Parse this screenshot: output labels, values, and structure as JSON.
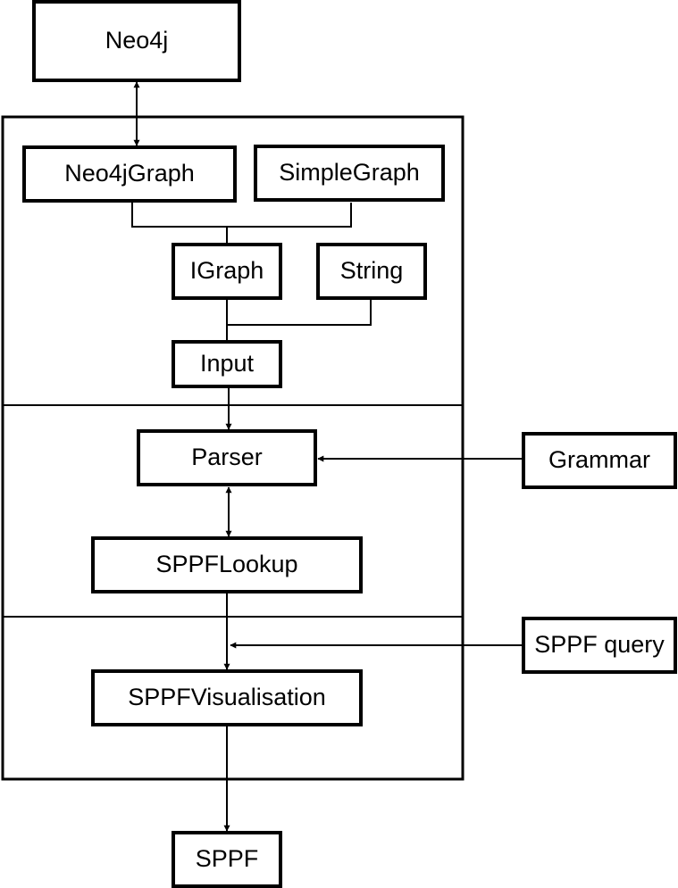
{
  "nodes": {
    "neo4j": "Neo4j",
    "neo4jgraph": "Neo4jGraph",
    "simplegraph": "SimpleGraph",
    "igraph": "IGraph",
    "string": "String",
    "input": "Input",
    "parser": "Parser",
    "grammar": "Grammar",
    "sppflookup": "SPPFLookup",
    "sppfquery": "SPPF query",
    "sppfvisualisation": "SPPFVisualisation",
    "sppf": "SPPF"
  }
}
